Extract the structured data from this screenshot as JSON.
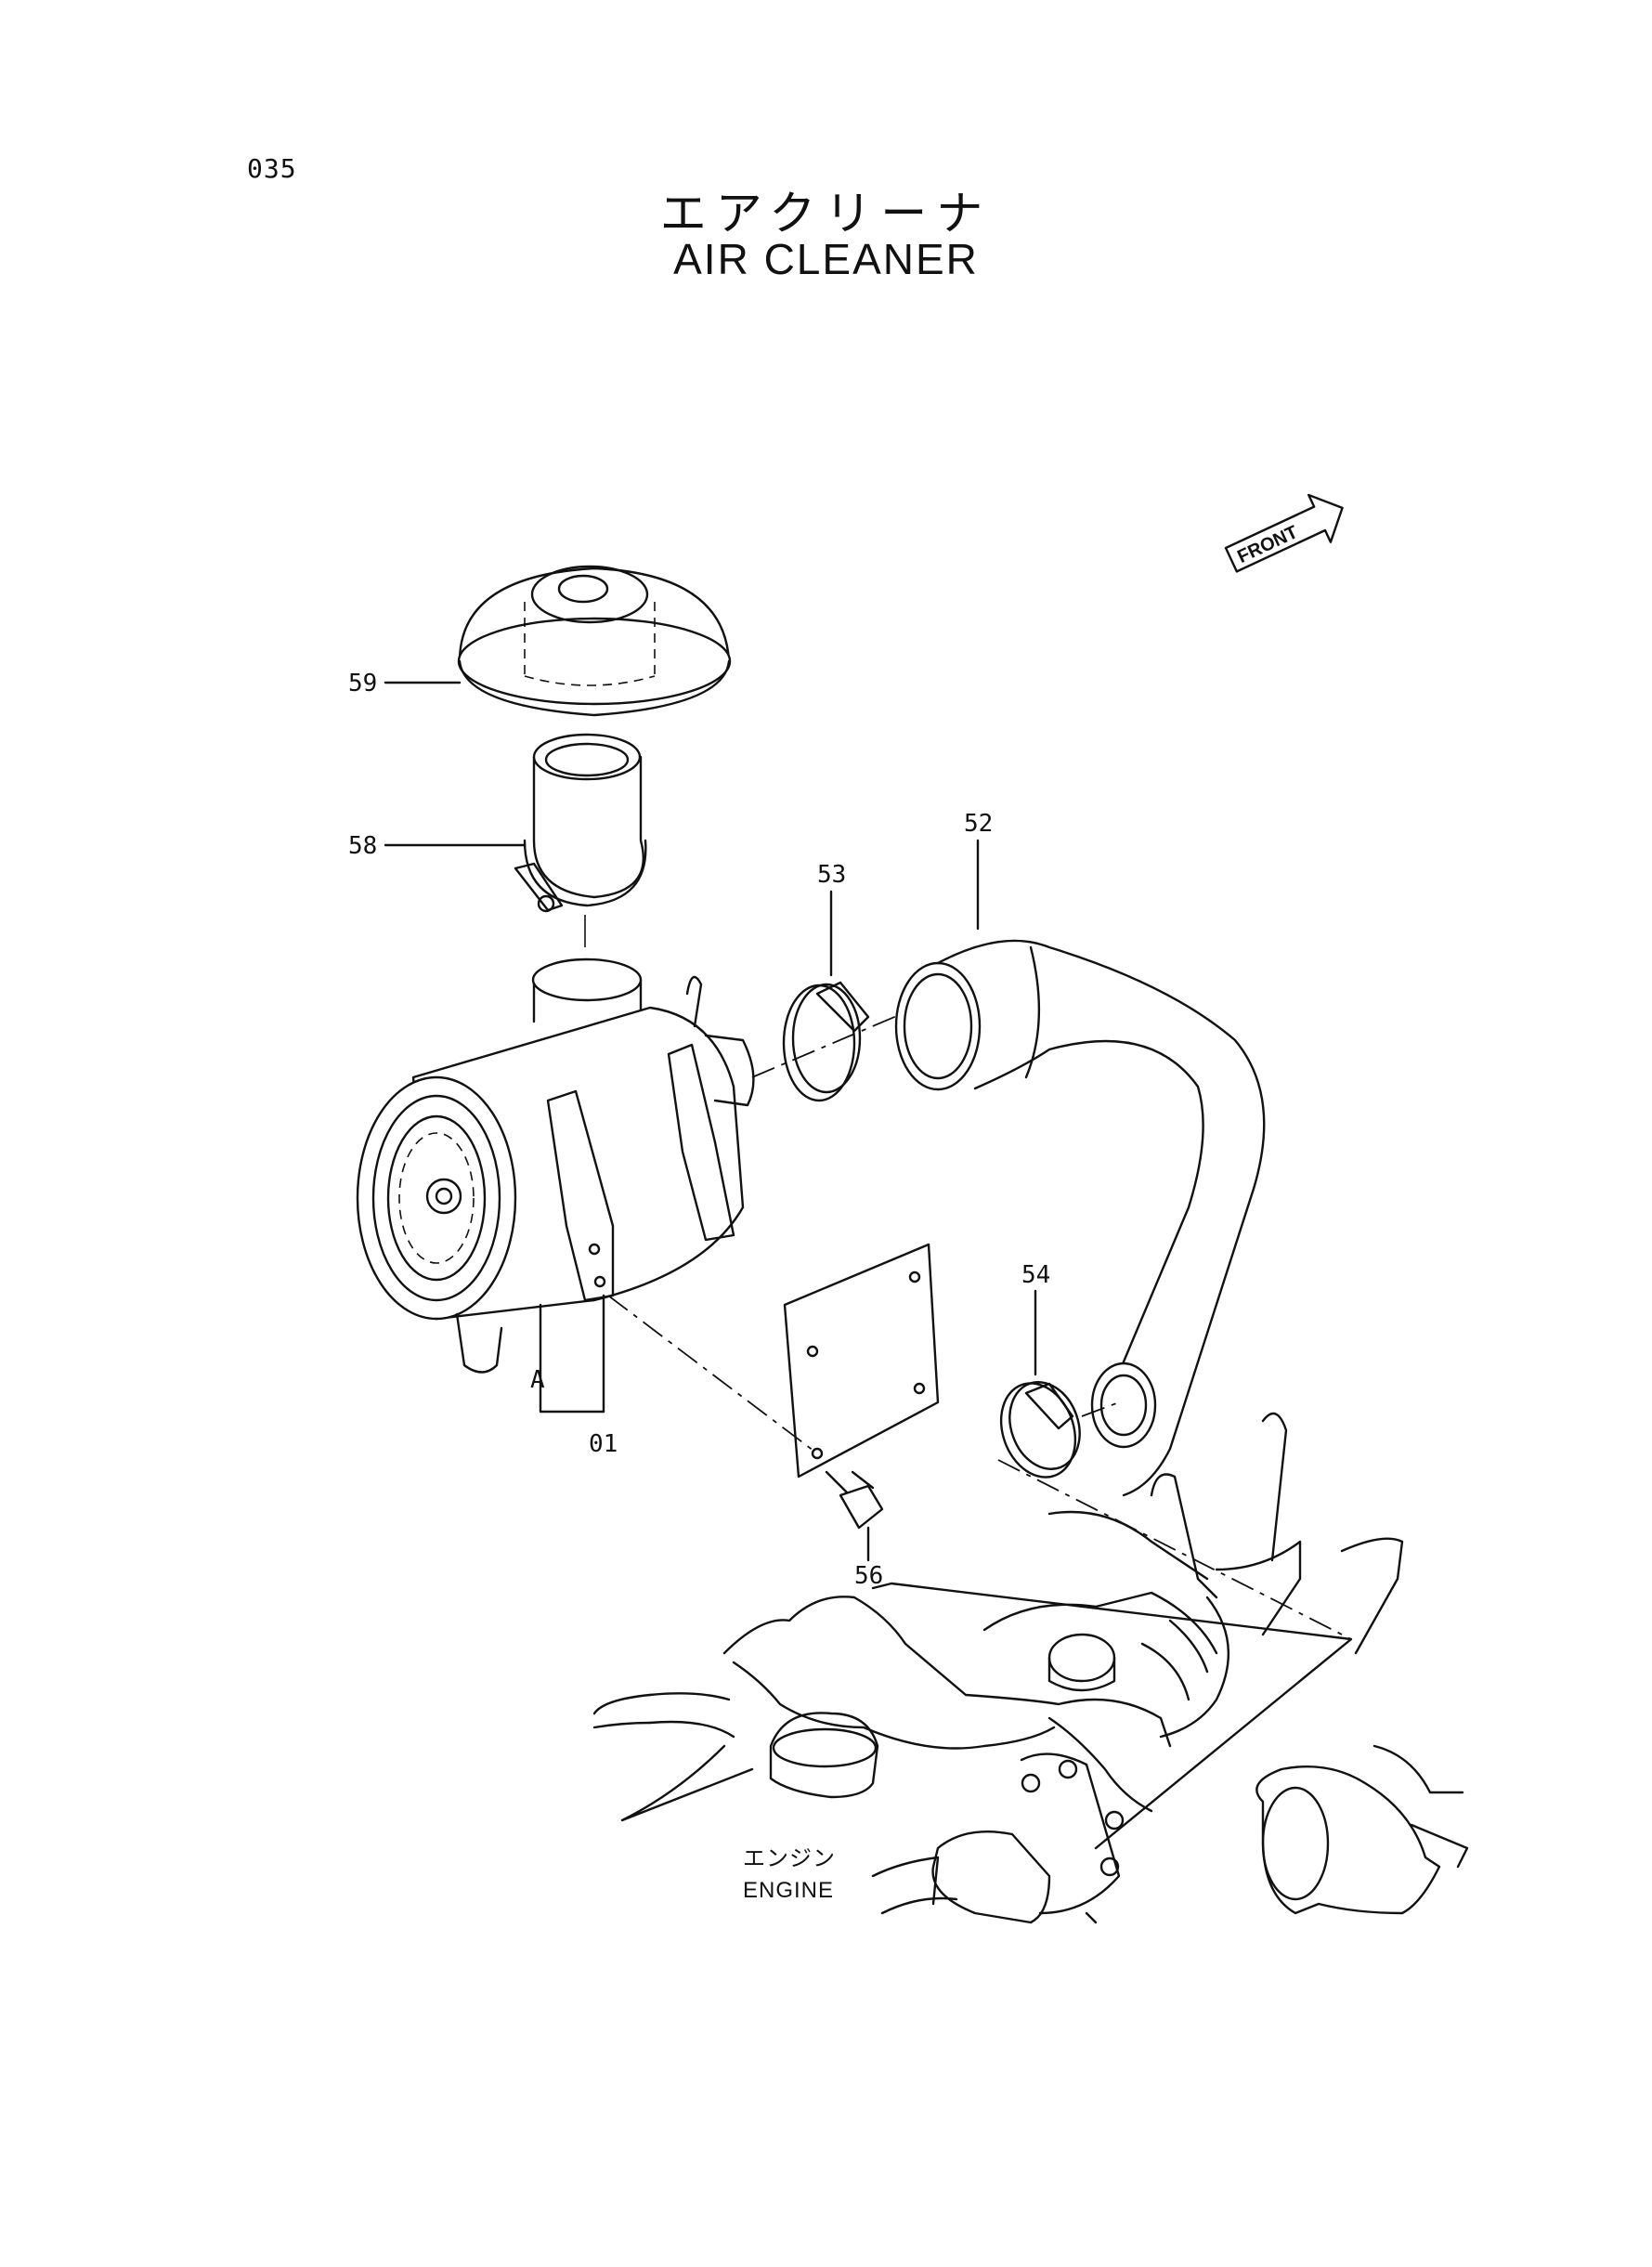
{
  "page_number": "035",
  "title": {
    "japanese": "エアクリーナ",
    "english": "AIR CLEANER"
  },
  "front_indicator": "FRONT",
  "callouts": {
    "c59": "59",
    "c58": "58",
    "c53": "53",
    "c52": "52",
    "c54": "54",
    "c56": "56",
    "c01": "01",
    "cA": "A"
  },
  "engine_label": {
    "japanese": "エンジン",
    "english": "ENGINE"
  }
}
